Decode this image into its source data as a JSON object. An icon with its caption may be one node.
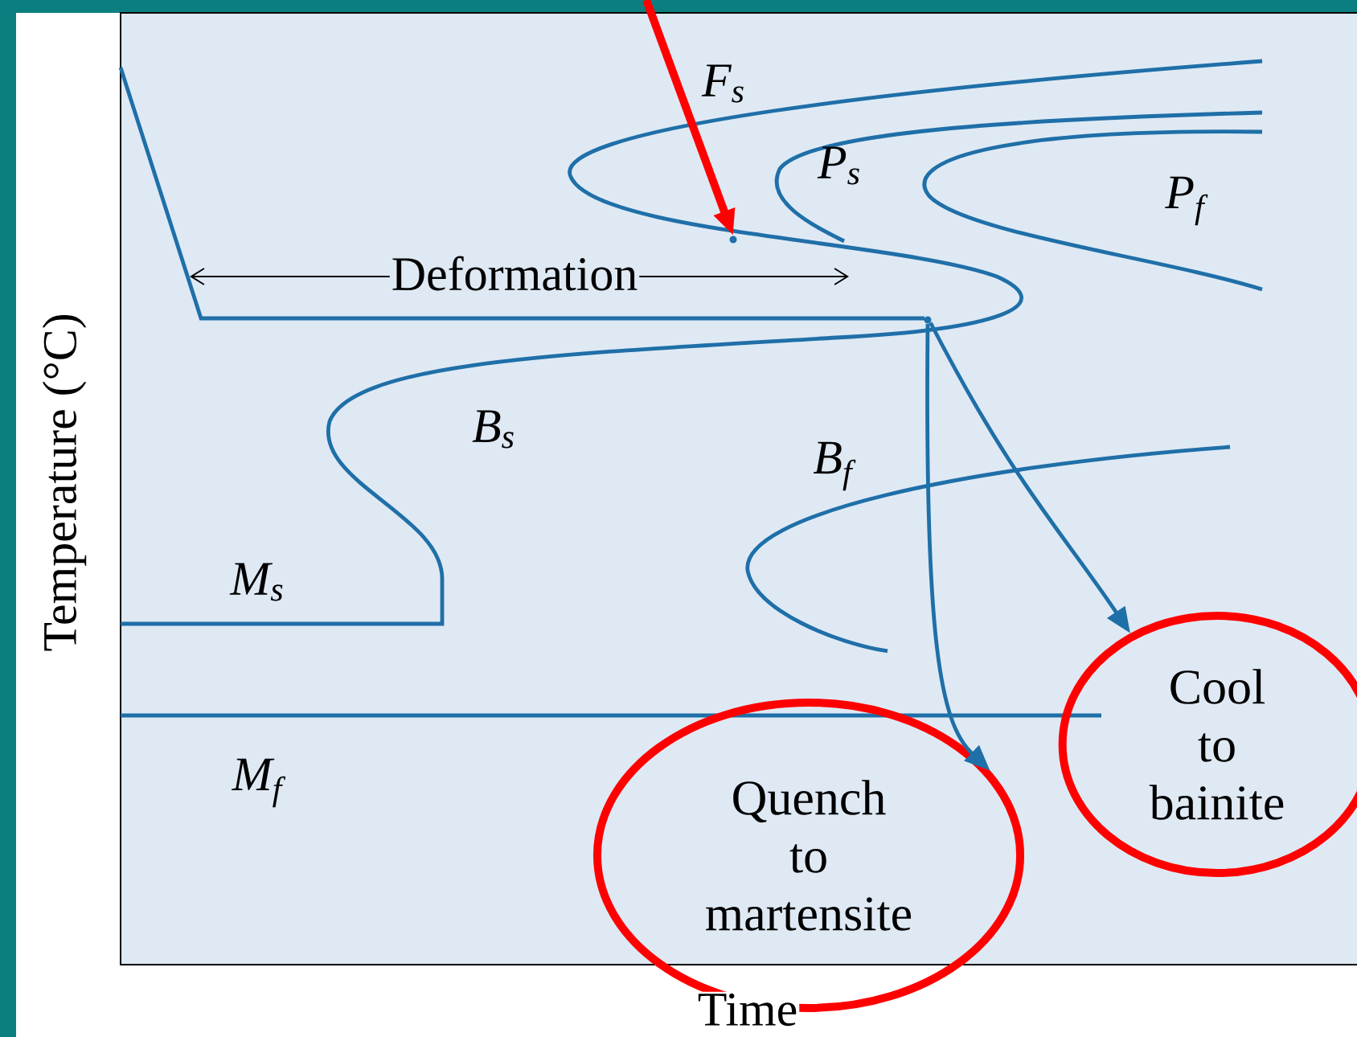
{
  "diagram": {
    "nodes": [
      {
        "text": [
          "Quench to martensite"
        ]
      },
      {
        "text": [
          "Cool to bainite"
        ]
      },
      {
        "text": [],
        "shape": "point"
      },
      {
        "text": [],
        "shape": "point"
      }
    ],
    "edges": [
      {
        "from": 2,
        "to": 0,
        "arrow": "to"
      },
      {
        "from": 2,
        "to": 1,
        "arrow": "to"
      },
      {
        "from": null,
        "to": 3,
        "arrow": "to",
        "style": "thick",
        "color": "#ff0000"
      }
    ],
    "labels": [
      "F$_{s}$",
      "P$_{s}$",
      "P$_{f}$",
      "Deformation",
      "B$_{s}$",
      "B$_{f}$",
      "M$_{s}$",
      "M$_{f}$",
      "Temperature (°C)",
      "Time"
    ]
  }
}
